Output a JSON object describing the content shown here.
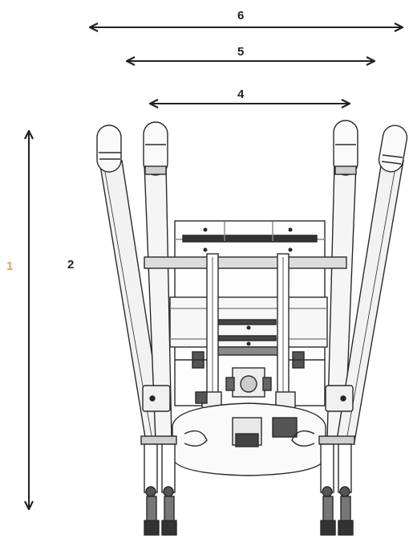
{
  "labels": {
    "dim_1": "1",
    "dim_2": "2",
    "dim_4": "4",
    "dim_5": "5",
    "dim_6": "6"
  },
  "colors": {
    "dim_1": "#e8a14a",
    "dim_2": "#222222",
    "dim_4": "#222222",
    "dim_5": "#222222",
    "dim_6": "#222222",
    "line": "#222222",
    "gray": "#8a8a8a",
    "light_gray": "#d2d2d2",
    "dark": "#333333"
  }
}
